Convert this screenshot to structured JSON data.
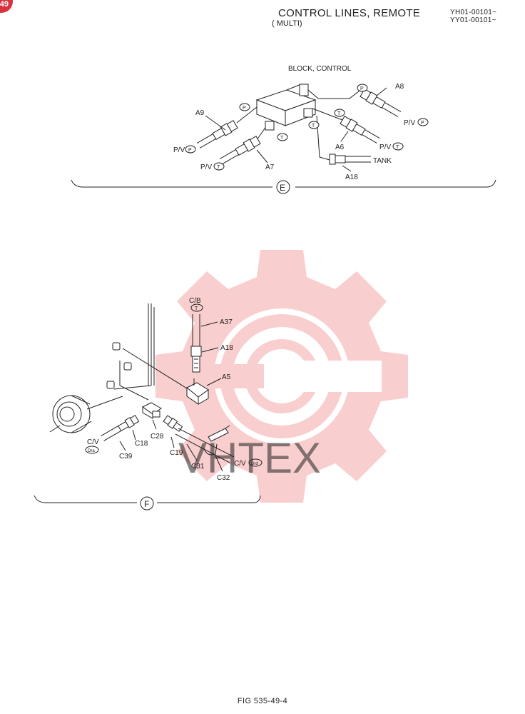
{
  "header": {
    "badge": "49",
    "title": "CONTROL LINES, REMOTE",
    "subtitle": "( MULTI)",
    "serial_numbers": [
      "YH01-00101~",
      "YY01-00101~"
    ]
  },
  "footer": {
    "figure": "FIG 535-49-4"
  },
  "watermark": {
    "text": "VHTEX",
    "color": "#f08a8a"
  },
  "section_e": {
    "marker": "E",
    "block_label": "BLOCK, CONTROL",
    "parts": {
      "a8": "A8",
      "a9": "A9",
      "a7": "A7",
      "a6": "A6",
      "a18": "A18"
    },
    "ports": {
      "pv_p_right": "P/V",
      "pv_p_left": "P/V",
      "pv_t_left": "P/V",
      "pv_t_right": "P/V",
      "tank": "TANK",
      "p": "P",
      "t": "T"
    }
  },
  "section_f": {
    "marker": "F",
    "cb_label": "C/B",
    "t": "T",
    "cv_label": "C/V",
    "drd": "Drd",
    "dra": "Dra",
    "parts": {
      "a37": "A37",
      "a18": "A18",
      "a5": "A5",
      "c28": "C28",
      "c18": "C18",
      "c39": "C39",
      "c19": "C19",
      "c31": "C31",
      "c32": "C32"
    }
  }
}
